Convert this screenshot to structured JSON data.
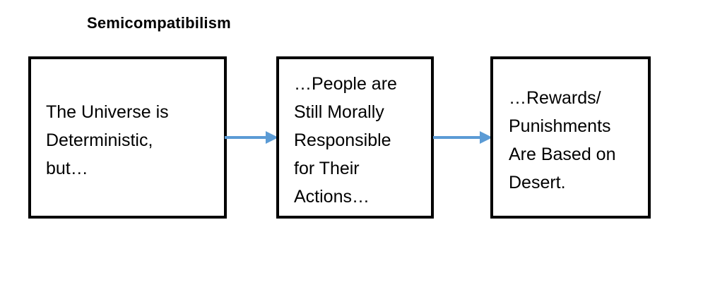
{
  "diagram": {
    "title": "Semicompatibilism",
    "arrow_color": "#5b9bd5",
    "boxes": [
      {
        "lines": [
          "The Universe is",
          "Deterministic,",
          "but…"
        ]
      },
      {
        "lines": [
          "…People are",
          "Still Morally",
          "Responsible",
          "for Their",
          "Actions…"
        ]
      },
      {
        "lines": [
          "…Rewards/",
          "Punishments",
          "Are Based on",
          "Desert."
        ]
      }
    ]
  }
}
